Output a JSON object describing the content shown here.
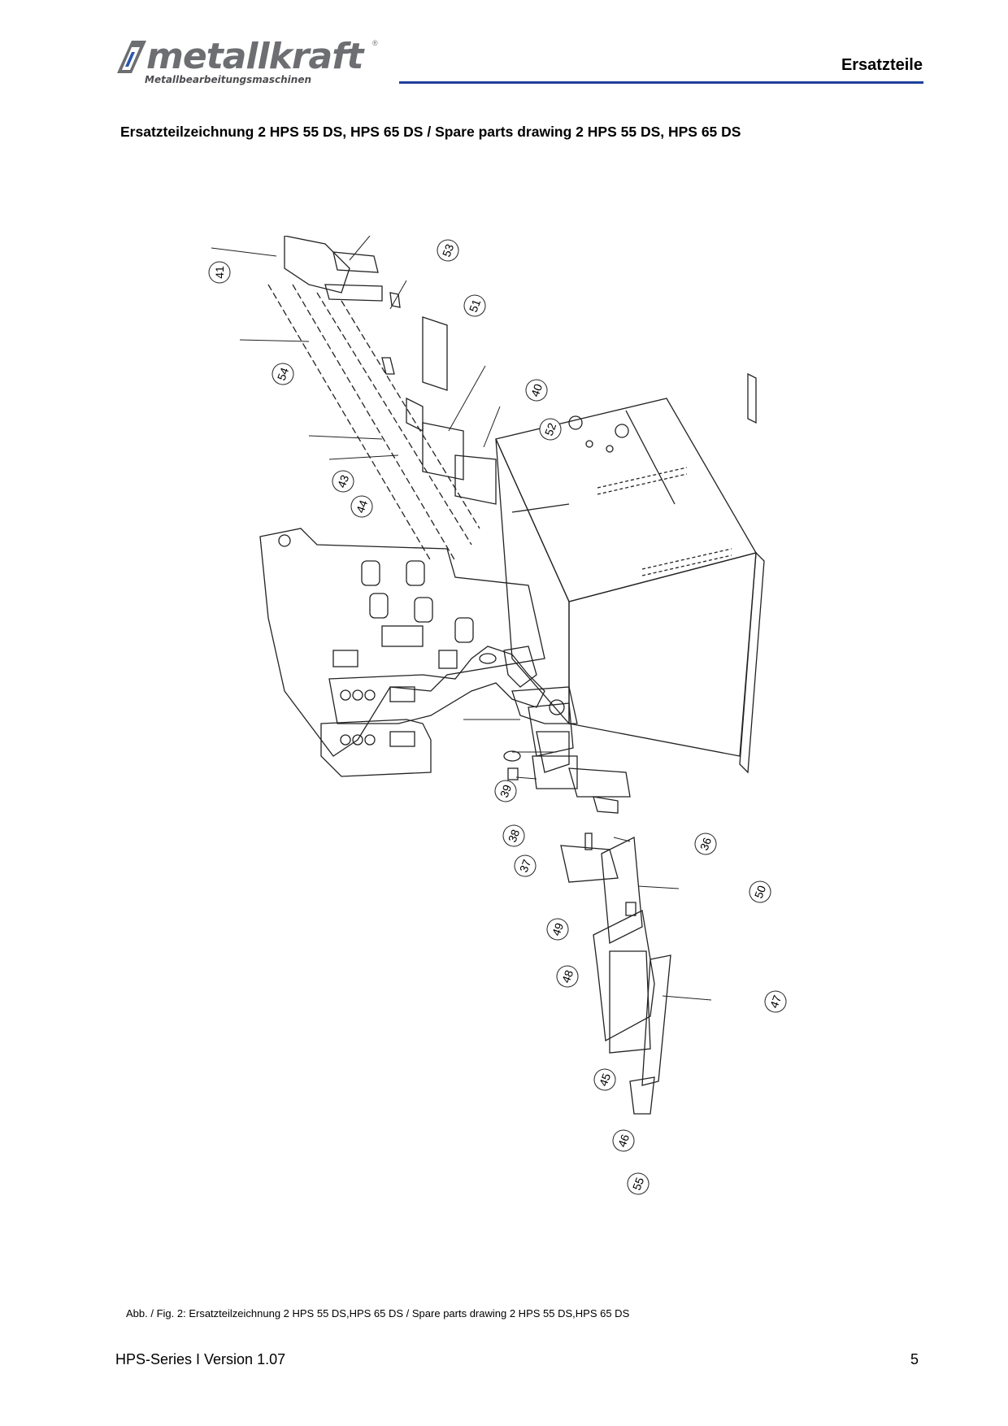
{
  "header": {
    "logo_text": "metallkraft",
    "logo_subtitle": "Metallbearbeitungsmaschinen",
    "logo_registered": "®",
    "section_title": "Ersatzteile"
  },
  "drawing": {
    "title": "Ersatzteilzeichnung 2 HPS 55 DS, HPS 65 DS / Spare parts drawing 2 HPS 55 DS, HPS 65 DS",
    "callouts": [
      "41",
      "53",
      "51",
      "54",
      "40",
      "52",
      "43",
      "44",
      "39",
      "38",
      "36",
      "37",
      "50",
      "49",
      "48",
      "47",
      "45",
      "46",
      "55"
    ]
  },
  "caption": "Abb. / Fig. 2: Ersatzteilzeichnung 2 HPS 55 DS,HPS 65 DS / Spare parts drawing 2 HPS 55 DS,HPS 65 DS",
  "footer": {
    "left": "HPS-Series I Version 1.07",
    "page_number": "5"
  }
}
